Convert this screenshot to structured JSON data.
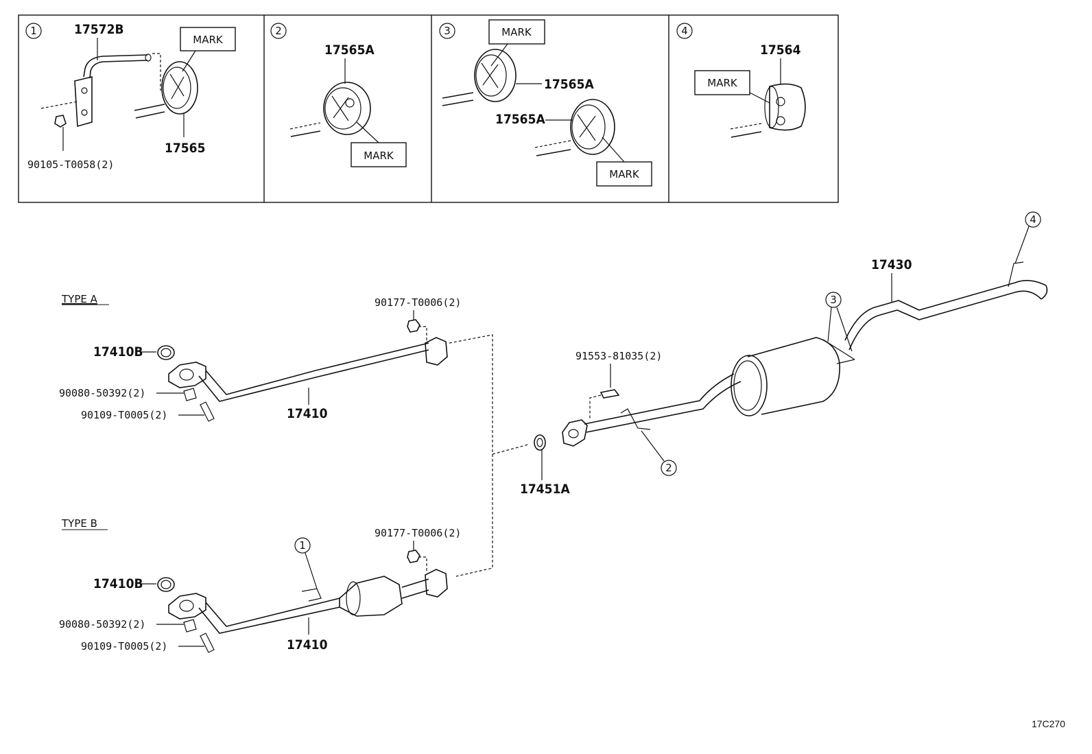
{
  "callouts": {
    "panel1": {
      "num": "1",
      "parts": [
        "17572B",
        "17565",
        "90105-T0058(2)"
      ],
      "mark": "MARK"
    },
    "panel2": {
      "num": "2",
      "parts": [
        "17565A"
      ],
      "mark": "MARK"
    },
    "panel3": {
      "num": "3",
      "parts": [
        "17565A",
        "17565A"
      ],
      "mark1": "MARK",
      "mark2": "MARK"
    },
    "panel4": {
      "num": "4",
      "parts": [
        "17564"
      ],
      "mark": "MARK"
    }
  },
  "type_a": {
    "heading": "TYPE A",
    "labels": {
      "gasket": "17410B",
      "stud": "90080-50392(2)",
      "bolt": "90109-T0005(2)",
      "nut": "90177-T0006(2)",
      "pipe": "17410"
    }
  },
  "type_b": {
    "heading": "TYPE B",
    "labels": {
      "gasket": "17410B",
      "stud": "90080-50392(2)",
      "bolt": "90109-T0005(2)",
      "nut": "90177-T0006(2)",
      "pipe": "17410"
    },
    "callout": "1"
  },
  "rear": {
    "gasket": "17451A",
    "bolt": "91553-81035(2)",
    "tailpipe": "17430",
    "callout2": "2",
    "callout3": "3",
    "callout4": "4"
  },
  "ref_code": "17C270"
}
